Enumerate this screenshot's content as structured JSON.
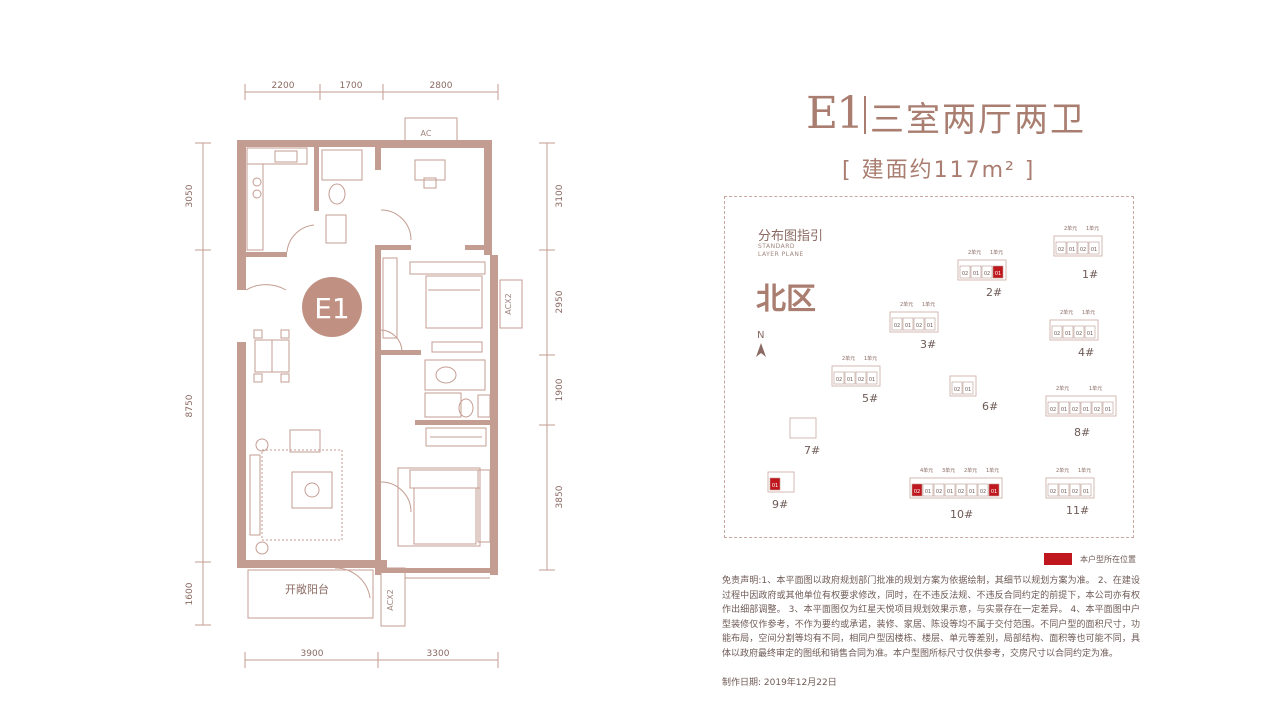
{
  "header": {
    "unit_code": "E1",
    "layout": "三室两厅两卫",
    "area": "[ 建面约117m² ]"
  },
  "plan": {
    "badge": "E1",
    "balcony_label": "开敞阳台",
    "ac_top": "AC",
    "ac_right": "ACX2",
    "ac_bottom": "ACX2",
    "dims_top": [
      "2200",
      "1700",
      "2800"
    ],
    "dims_bottom": [
      "3900",
      "3300"
    ],
    "dims_left": [
      "3050",
      "8750",
      "1600"
    ],
    "dims_right": [
      "3100",
      "2950",
      "1900",
      "3850"
    ]
  },
  "guide": {
    "title": "分布图指引",
    "subtitle_1": "STANDARD",
    "subtitle_2": "LAYER PLANE",
    "zone": "北区",
    "north": "N",
    "buildings": [
      {
        "label": "1#",
        "units": [
          "02",
          "01",
          "02",
          "01"
        ],
        "tags": [
          "2单元",
          "1单元"
        ],
        "highlight": []
      },
      {
        "label": "2#",
        "units": [
          "02",
          "01",
          "02",
          "01"
        ],
        "tags": [
          "2单元",
          "1单元"
        ],
        "highlight": [
          3
        ]
      },
      {
        "label": "3#",
        "units": [
          "02",
          "01",
          "02",
          "01"
        ],
        "tags": [
          "2单元",
          "1单元"
        ],
        "highlight": []
      },
      {
        "label": "4#",
        "units": [
          "02",
          "01",
          "02",
          "01"
        ],
        "tags": [
          "2单元",
          "1单元"
        ],
        "highlight": []
      },
      {
        "label": "5#",
        "units": [
          "02",
          "01",
          "02",
          "01"
        ],
        "tags": [
          "2单元",
          "1单元"
        ],
        "highlight": []
      },
      {
        "label": "6#",
        "units": [
          "02",
          "01"
        ],
        "tags": [],
        "highlight": []
      },
      {
        "label": "7#",
        "units": [],
        "tags": [],
        "highlight": []
      },
      {
        "label": "8#",
        "units": [
          "02",
          "01",
          "02",
          "01",
          "02",
          "01"
        ],
        "tags": [
          "2单元",
          "1单元"
        ],
        "highlight": []
      },
      {
        "label": "9#",
        "units": [
          "01"
        ],
        "tags": [],
        "highlight": [
          0
        ]
      },
      {
        "label": "10#",
        "units": [
          "02",
          "01",
          "02",
          "01",
          "02",
          "01",
          "02",
          "01"
        ],
        "tags": [
          "4单元",
          "3单元",
          "2单元",
          "1单元"
        ],
        "highlight": [
          0,
          7
        ]
      },
      {
        "label": "11#",
        "units": [
          "02",
          "01",
          "02",
          "01"
        ],
        "tags": [
          "2单元",
          "1单元"
        ],
        "highlight": []
      }
    ],
    "legend": "本户型所在位置"
  },
  "colors": {
    "brand": "#a97d70",
    "wall": "#c49d92",
    "highlight": "#c0161e"
  },
  "disclaimer": "免责声明:1、本平面图以政府规划部门批准的规划方案为依据绘制，其细节以规划方案为准。 2、在建设过程中因政府或其他单位有权要求修改，同时，在不违反法规、不违反合同约定的前提下，本公司亦有权作出细部调整。 3、本平面图仅为红星天悦项目规划效果示意，与实景存在一定差异。 4、本平面图中户型装修仅作参考，不作为要约或承诺，装修、家居、陈设等均不属于交付范围。不同户型的面积尺寸，功能布局，空间分割等均有不同，相同户型因楼栋、楼层、单元等差别，局部结构、面积等也可能不同，具体以政府最终审定的图纸和销售合同为准。本户型图所标尺寸仅供参考，交房尺寸以合同约定为准。",
  "date": "制作日期: 2019年12月22日"
}
